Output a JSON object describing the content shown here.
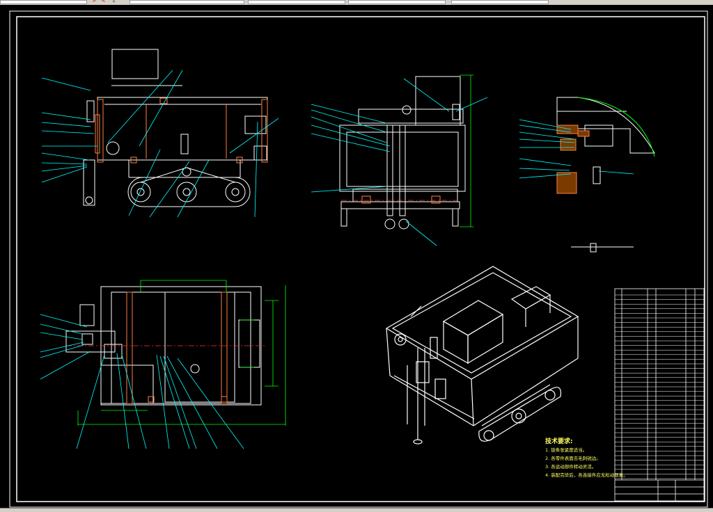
{
  "window": {
    "toolbar_icons": [
      "undo-icon",
      "redo-icon",
      "close-icon"
    ]
  },
  "drawing": {
    "technical_requirements": {
      "title": "技术要求:",
      "items": [
        "1. 链条张紧度适当。",
        "2. 各零件表面去毛刺锐边。",
        "3. 各运动部件转动灵活。",
        "4. 装配完毕后，各连接件应无松动现象。"
      ]
    },
    "colors": {
      "background": "#000000",
      "outline": "#ffffff",
      "leader": "#00ffff",
      "dimension": "#00ff00",
      "hidden": "#ff8040",
      "centerline": "#ff3030",
      "text": "#ffff66"
    }
  }
}
